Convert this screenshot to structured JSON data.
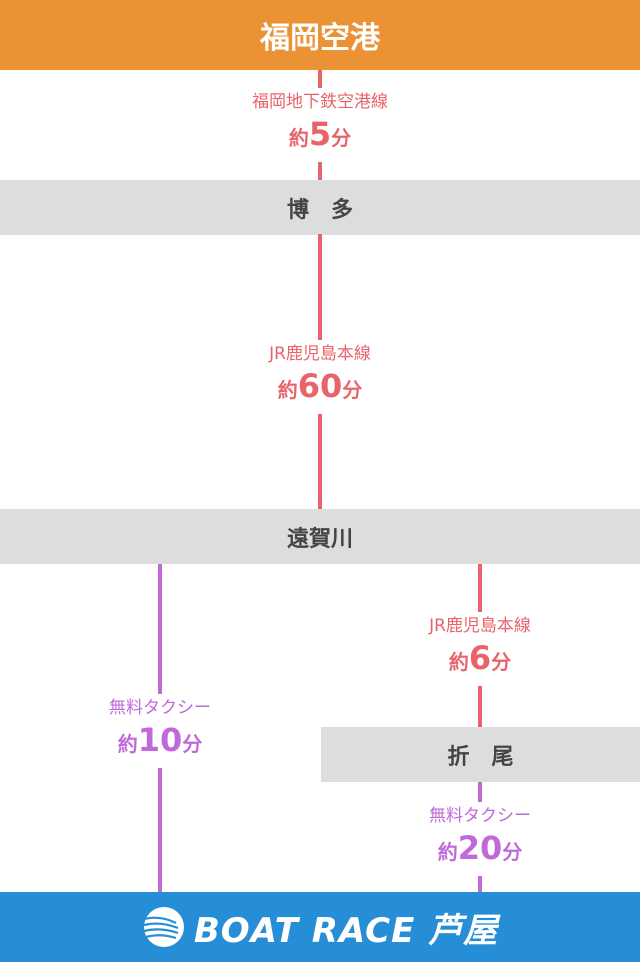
{
  "origin": "福岡空港",
  "stations": {
    "hakata": "博　多",
    "onga": "遠賀川",
    "orio": "折　尾"
  },
  "legs": [
    {
      "line": "福岡地下鉄空港線",
      "prefix": "約",
      "minutes": "5",
      "suffix": "分"
    },
    {
      "line": "JR鹿児島本線",
      "prefix": "約",
      "minutes": "60",
      "suffix": "分"
    },
    {
      "line": "無料タクシー",
      "prefix": "約",
      "minutes": "10",
      "suffix": "分"
    },
    {
      "line": "JR鹿児島本線",
      "prefix": "約",
      "minutes": "6",
      "suffix": "分"
    },
    {
      "line": "無料タクシー",
      "prefix": "約",
      "minutes": "20",
      "suffix": "分"
    }
  ],
  "destination": {
    "logo_text": "BOAT RACE 芦屋"
  },
  "colors": {
    "header": "#EA9234",
    "train": "#E9636A",
    "taxi": "#C069D9",
    "footer": "#268ED6",
    "station": "#DDDDDD"
  }
}
